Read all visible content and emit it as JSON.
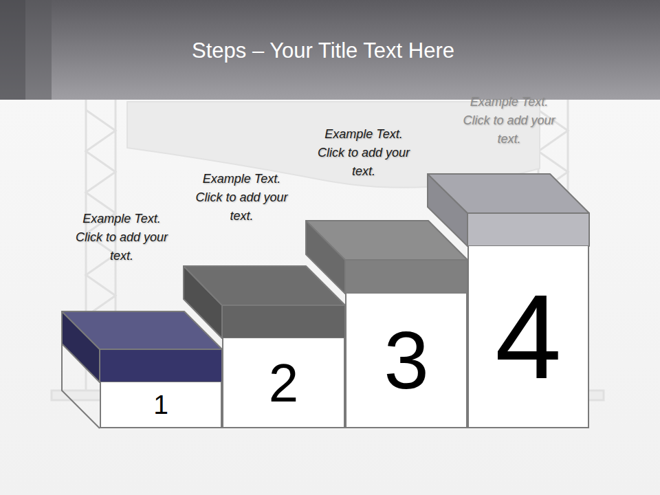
{
  "diagram": {
    "title": "Steps – Your Title Text Here",
    "nodes": [
      {
        "text": [
          "Example Text. Click to add your text.",
          "1"
        ]
      },
      {
        "text": [
          "Example Text. Click to add your text.",
          "2"
        ]
      },
      {
        "text": [
          "Example Text. Click to add your text.",
          "3"
        ]
      },
      {
        "text": [
          "Example Text. Click to add your text.",
          "4"
        ]
      }
    ]
  }
}
